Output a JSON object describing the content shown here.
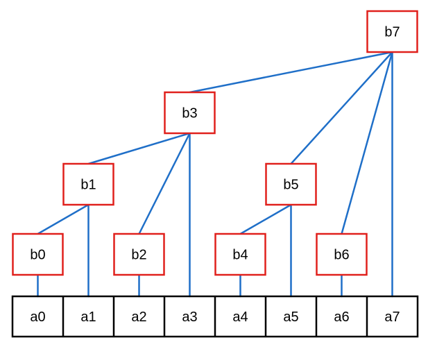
{
  "colors": {
    "edge": "#1f6fc8",
    "node_border": "#e0201c",
    "array_border": "#000000",
    "text": "#000000",
    "background": "#ffffff"
  },
  "tree_nodes": [
    {
      "id": "b0",
      "label": "b0"
    },
    {
      "id": "b1",
      "label": "b1"
    },
    {
      "id": "b2",
      "label": "b2"
    },
    {
      "id": "b3",
      "label": "b3"
    },
    {
      "id": "b4",
      "label": "b4"
    },
    {
      "id": "b5",
      "label": "b5"
    },
    {
      "id": "b6",
      "label": "b6"
    },
    {
      "id": "b7",
      "label": "b7"
    }
  ],
  "array_cells": [
    {
      "id": "a0",
      "label": "a0"
    },
    {
      "id": "a1",
      "label": "a1"
    },
    {
      "id": "a2",
      "label": "a2"
    },
    {
      "id": "a3",
      "label": "a3"
    },
    {
      "id": "a4",
      "label": "a4"
    },
    {
      "id": "a5",
      "label": "a5"
    },
    {
      "id": "a6",
      "label": "a6"
    },
    {
      "id": "a7",
      "label": "a7"
    }
  ],
  "edges": [
    {
      "from": "b7",
      "to": "b3"
    },
    {
      "from": "b7",
      "to": "b5"
    },
    {
      "from": "b7",
      "to": "b6"
    },
    {
      "from": "b7",
      "to": "a7"
    },
    {
      "from": "b3",
      "to": "b1"
    },
    {
      "from": "b3",
      "to": "b2"
    },
    {
      "from": "b3",
      "to": "a3"
    },
    {
      "from": "b1",
      "to": "b0"
    },
    {
      "from": "b1",
      "to": "a1"
    },
    {
      "from": "b5",
      "to": "b4"
    },
    {
      "from": "b5",
      "to": "a5"
    },
    {
      "from": "b0",
      "to": "a0"
    },
    {
      "from": "b2",
      "to": "a2"
    },
    {
      "from": "b4",
      "to": "a4"
    },
    {
      "from": "b6",
      "to": "a6"
    }
  ]
}
